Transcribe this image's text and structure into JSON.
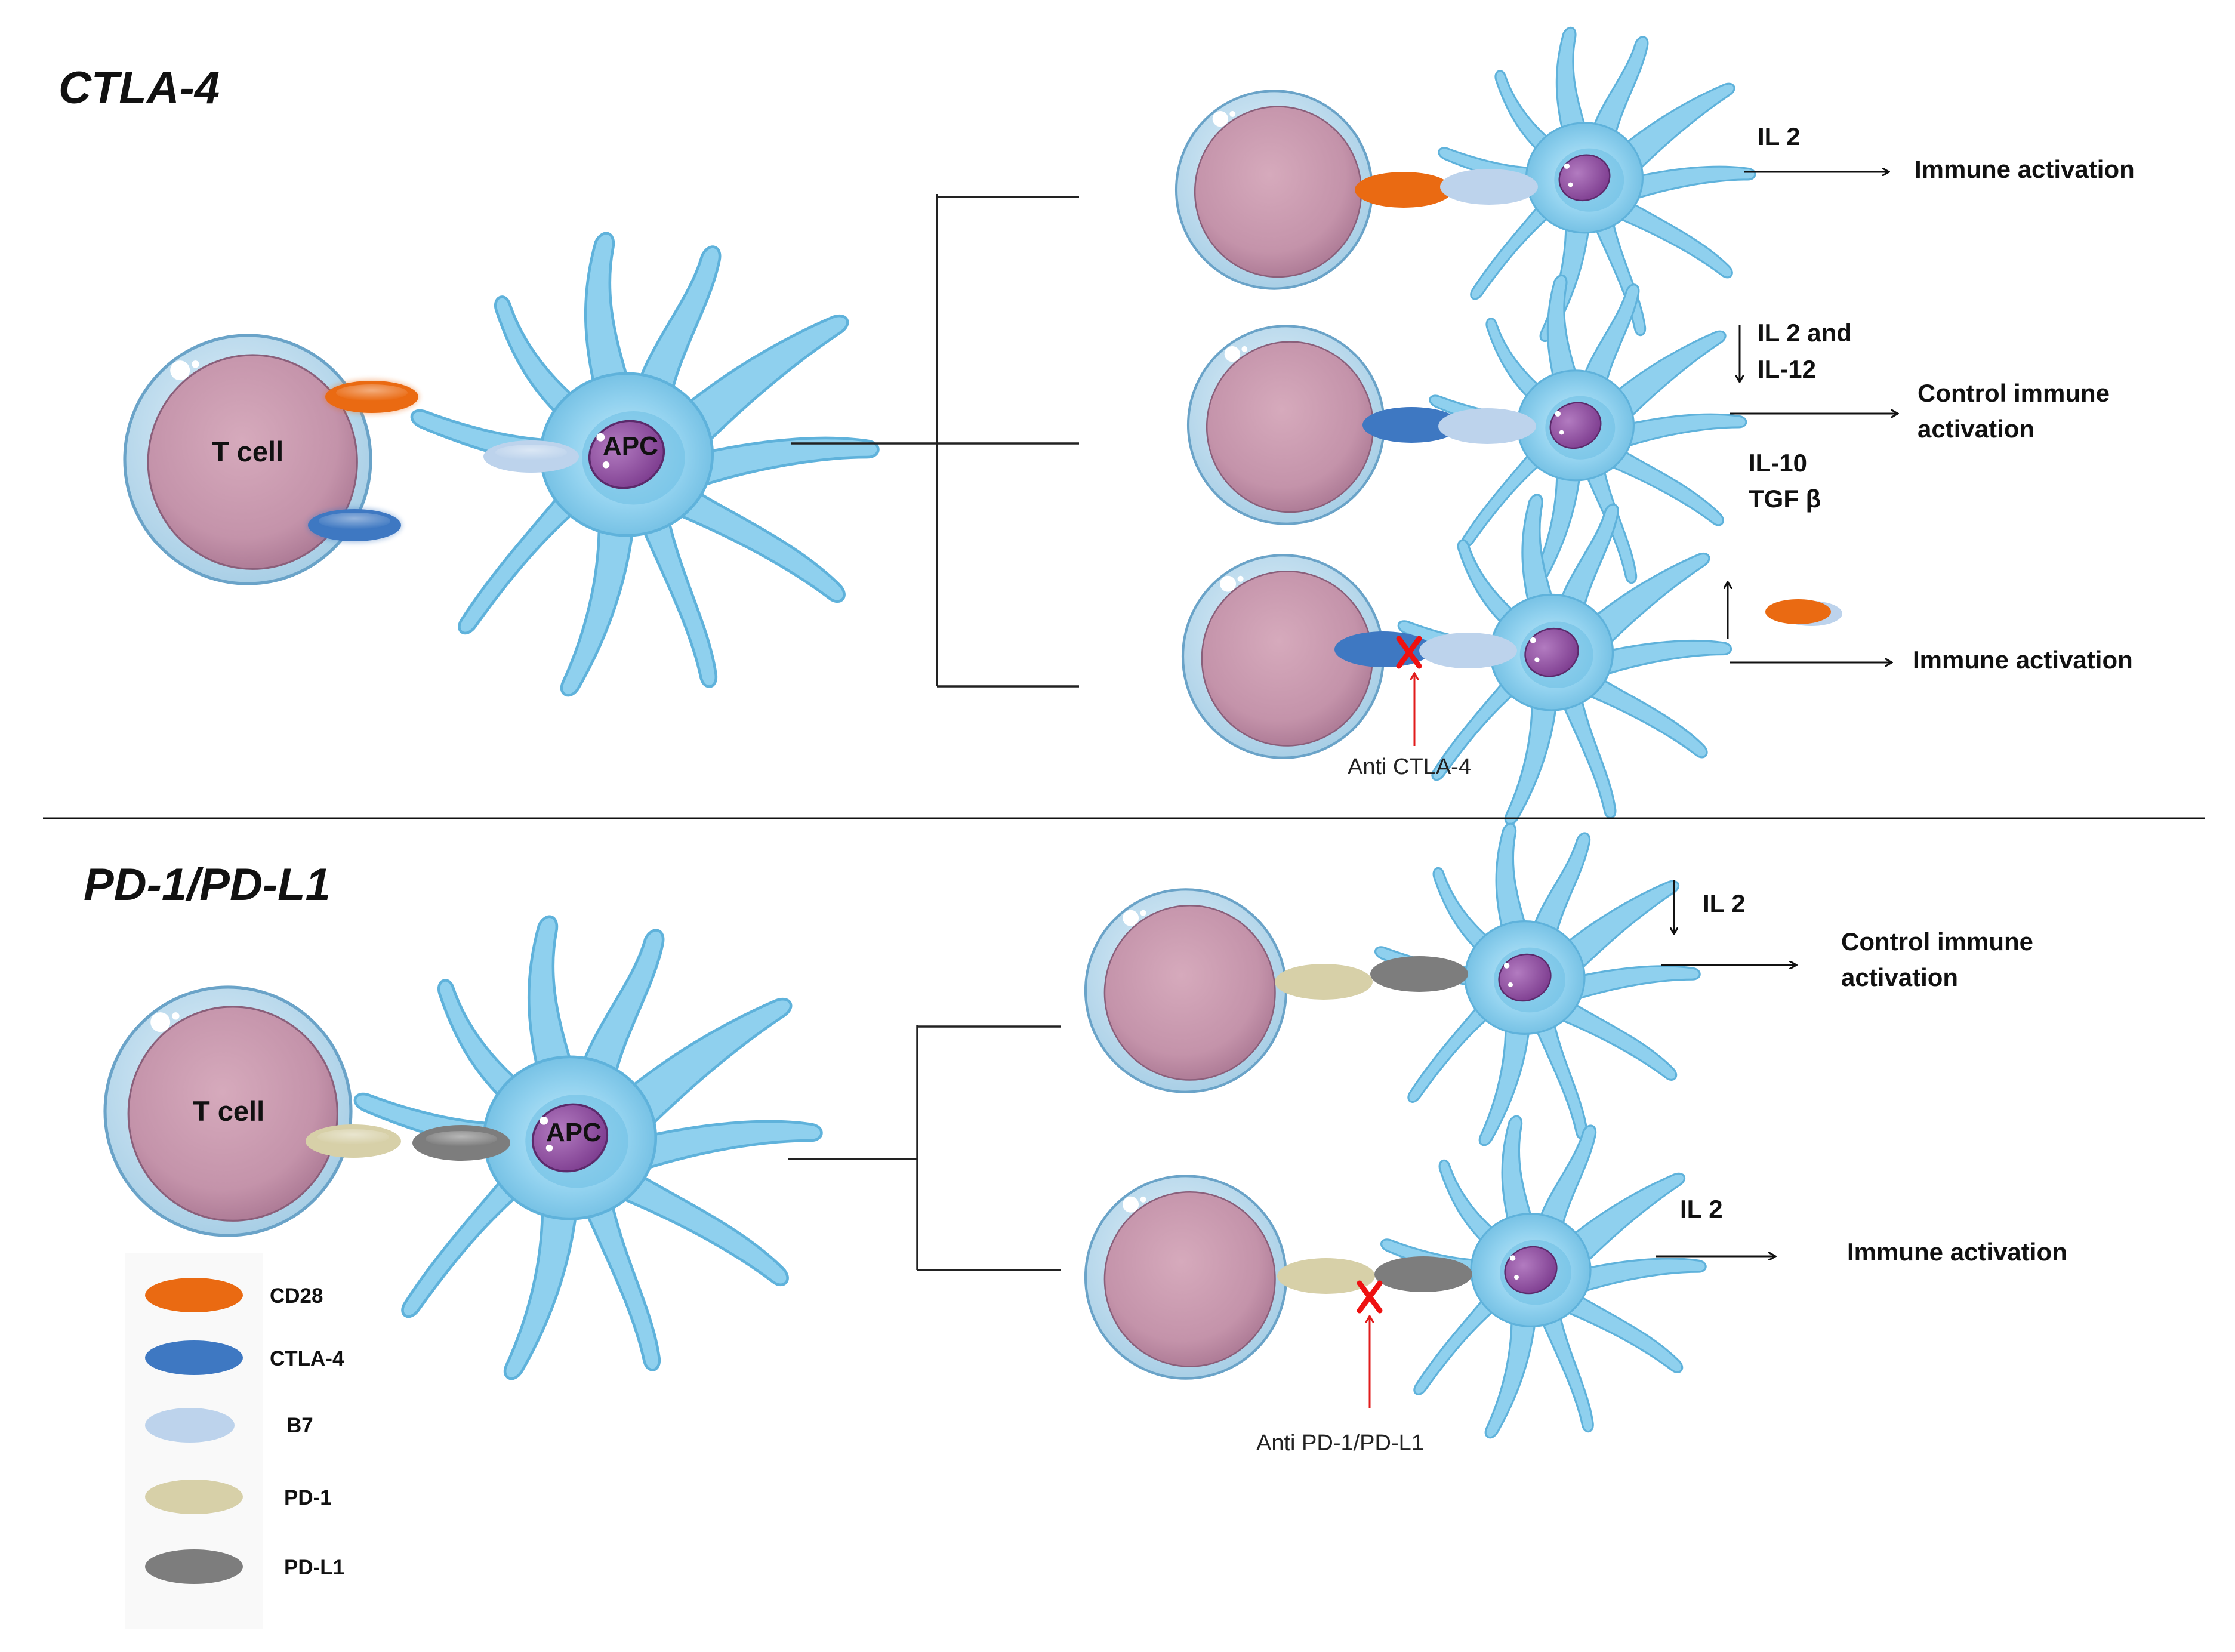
{
  "sections": {
    "ctla4_title": "CTLA-4",
    "pd1_title": "PD-1/PD-L1"
  },
  "cells": {
    "t_cell": "T cell",
    "apc": "APC"
  },
  "ctla4_outcomes": {
    "row1_cytokine": "IL 2",
    "row1_result": "Immune activation",
    "row2_cytokine_line1": "IL 2 and",
    "row2_cytokine_line2": "IL-12",
    "row2_result_line1": "Control immune",
    "row2_result_line2": "activation",
    "row2_extra_line1": "IL-10",
    "row2_extra_line2": "TGF β",
    "row3_result": "Immune activation",
    "antibody": "Anti CTLA-4"
  },
  "pd1_outcomes": {
    "row1_cytokine": "IL 2",
    "row1_result_line1": "Control immune",
    "row1_result_line2": "activation",
    "row2_cytokine": "IL 2",
    "row2_result": "Immune activation",
    "antibody": "Anti PD-1/PD-L1"
  },
  "legend": [
    {
      "label": "CD28",
      "color": "#ea6a12"
    },
    {
      "label": "CTLA-4",
      "color": "#3e78c2"
    },
    {
      "label": "B7",
      "color": "#bdd3ec"
    },
    {
      "label": "PD-1",
      "color": "#d7d0a8"
    },
    {
      "label": "PD-L1",
      "color": "#7d7d7d"
    }
  ],
  "colors": {
    "cd28": "#ea6a12",
    "ctla4": "#3e78c2",
    "b7": "#bdd3ec",
    "pd1": "#d7d0a8",
    "pdl1": "#7d7d7d",
    "t_cell_body": "#c797ac",
    "t_cell_membrane": "#bcdcef",
    "apc_body": "#8fd0ee",
    "apc_nucleus": "#8f4a9e",
    "inhibition_mark": "#ee1111"
  }
}
